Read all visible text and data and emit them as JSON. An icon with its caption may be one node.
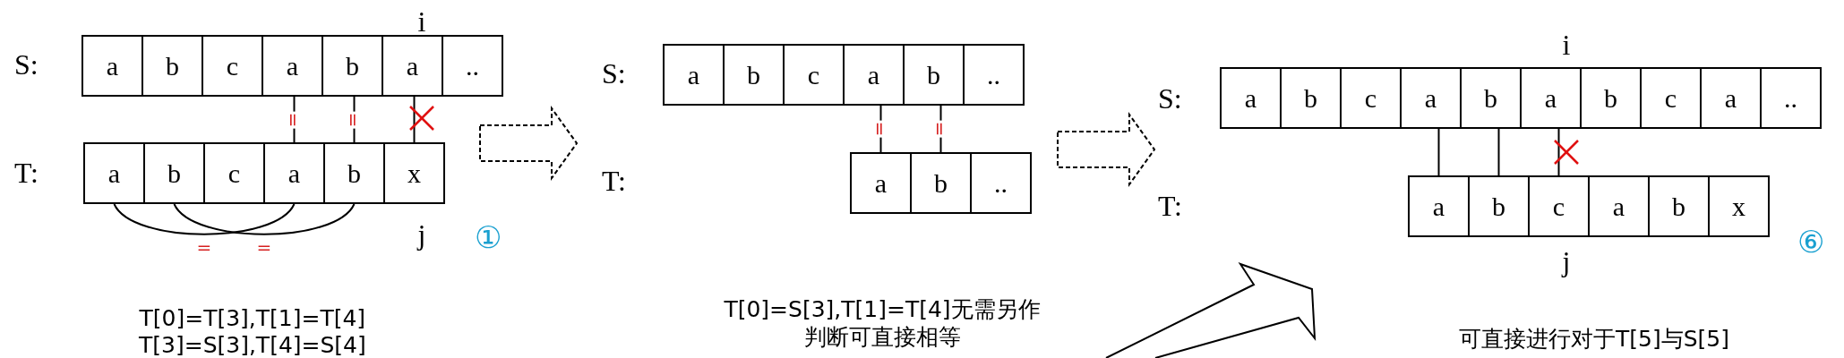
{
  "diagram": {
    "nodes": [
      {
        "text": [
          "a"
        ]
      },
      {
        "text": [
          "b"
        ]
      },
      {
        "text": [
          "c"
        ]
      },
      {
        "text": [
          "a"
        ]
      },
      {
        "text": [
          "b"
        ]
      },
      {
        "text": [
          "a"
        ]
      },
      {
        "text": [
          ".."
        ]
      },
      {
        "text": [
          "a"
        ]
      },
      {
        "text": [
          "b"
        ]
      },
      {
        "text": [
          "c"
        ]
      },
      {
        "text": [
          "a"
        ]
      },
      {
        "text": [
          "b"
        ]
      },
      {
        "text": [
          "x"
        ]
      },
      {
        "text": [
          "a"
        ]
      },
      {
        "text": [
          "b"
        ]
      },
      {
        "text": [
          "c"
        ]
      },
      {
        "text": [
          "a"
        ]
      },
      {
        "text": [
          "b"
        ]
      },
      {
        "text": [
          ".."
        ]
      },
      {
        "text": [
          "a"
        ]
      },
      {
        "text": [
          "b"
        ]
      },
      {
        "text": [
          ".."
        ]
      },
      {
        "text": [
          "a"
        ]
      },
      {
        "text": [
          "b"
        ]
      },
      {
        "text": [
          "c"
        ]
      },
      {
        "text": [
          "a"
        ]
      },
      {
        "text": [
          "b"
        ]
      },
      {
        "text": [
          "a"
        ]
      },
      {
        "text": [
          "b"
        ]
      },
      {
        "text": [
          "c"
        ]
      },
      {
        "text": [
          "a"
        ]
      },
      {
        "text": [
          ".."
        ]
      },
      {
        "text": [
          "a"
        ]
      },
      {
        "text": [
          "b"
        ]
      },
      {
        "text": [
          "c"
        ]
      },
      {
        "text": [
          "a"
        ]
      },
      {
        "text": [
          "b"
        ]
      },
      {
        "text": [
          "x"
        ]
      }
    ],
    "edges": [
      {
        "from": 3,
        "to": 10,
        "arrow": "none",
        "label": "="
      },
      {
        "from": 4,
        "to": 11,
        "arrow": "none",
        "label": "="
      },
      {
        "from": 5,
        "to": 12,
        "arrow": "none"
      },
      {
        "from": 7,
        "to": 10,
        "arrow": "none",
        "label": "="
      },
      {
        "from": 8,
        "to": 11,
        "arrow": "none",
        "label": "="
      },
      {
        "from": 16,
        "to": 19,
        "arrow": "none",
        "label": "="
      },
      {
        "from": 17,
        "to": 20,
        "arrow": "none",
        "label": "="
      },
      {
        "from": 25,
        "to": 32,
        "arrow": "none"
      },
      {
        "from": 26,
        "to": 33,
        "arrow": "none"
      },
      {
        "from": 27,
        "to": 34,
        "arrow": "none"
      }
    ],
    "labels": [
      "i",
      "S:",
      "T:",
      "j",
      "①",
      "T[0]=T[3],T[1]=T[4]",
      "T[3]=S[3],T[4]=S[4]",
      "S:",
      "T:",
      "T[0]=S[3],T[1]=T[4]无需另作判断可直接相等",
      "i",
      "S:",
      "T:",
      "j",
      "⑥",
      "可直接进行对于T[5]与S[5]"
    ]
  }
}
